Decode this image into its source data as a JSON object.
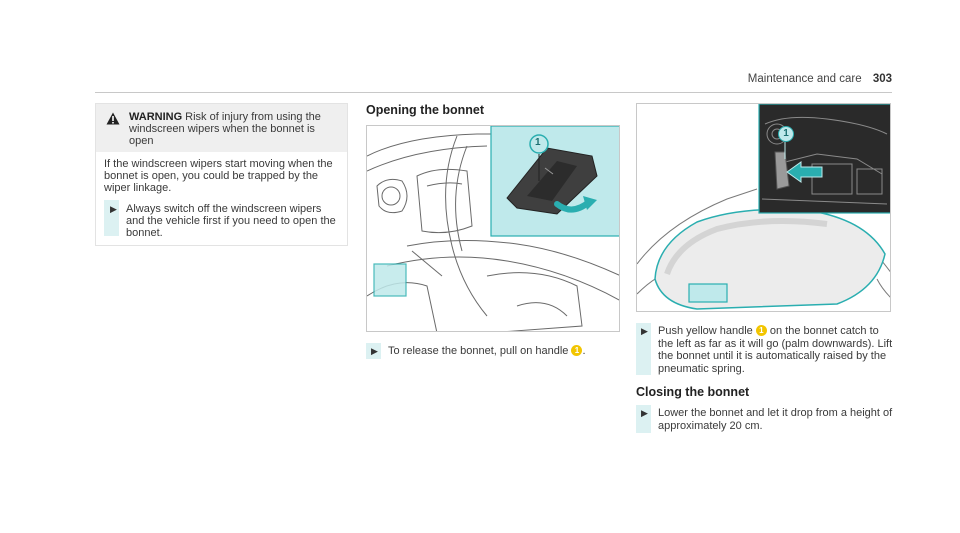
{
  "header": {
    "section": "Maintenance and care",
    "page_number": "303"
  },
  "warning": {
    "title": "WARNING",
    "heading_text": "Risk of injury from using the windscreen wipers when the bonnet is open",
    "body": "If the windscreen wipers start moving when the bonnet is open, you could be trapped by the wiper linkage.",
    "step": "Always switch off the windscreen wipers and the vehicle first if you need to open the bonnet."
  },
  "opening": {
    "title": "Opening the bonnet",
    "callout": "1",
    "step_before": "To release the bonnet, pull on handle",
    "step_after": "."
  },
  "push": {
    "callout": "1",
    "step_before": "Push yellow handle",
    "step_after": "on the bonnet catch to the left as far as it will go (palm downwards). Lift the bonnet until it is automatically raised by the pneumatic spring."
  },
  "closing": {
    "title": "Closing the bonnet",
    "step": "Lower the bonnet and let it drop from a height of approximately 20 cm."
  },
  "colors": {
    "accent": "#2aaeb0",
    "highlight": "#bfe9eb",
    "badge": "#f2c500"
  }
}
